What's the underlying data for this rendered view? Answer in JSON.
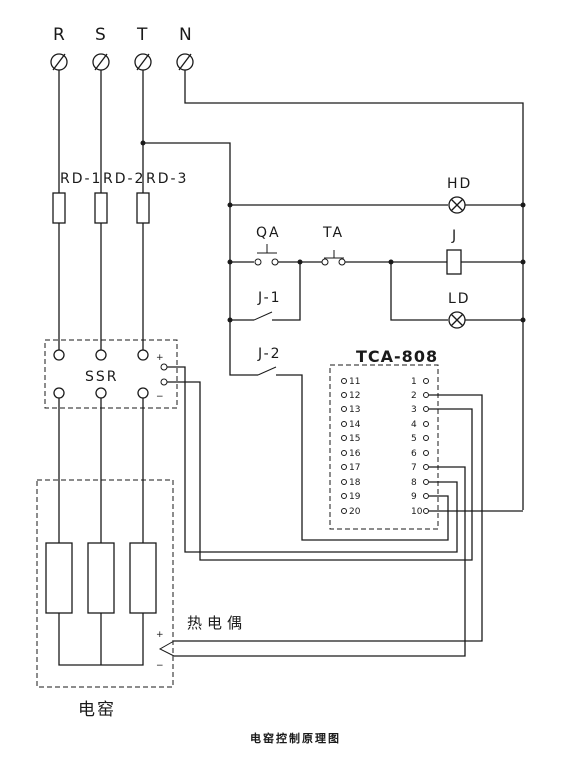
{
  "terminals": {
    "r": "R",
    "s": "S",
    "t": "T",
    "n": "N"
  },
  "fuses": {
    "rd1": "RD-1",
    "rd2": "RD-2",
    "rd3": "RD-3"
  },
  "lamps": {
    "hd": "HD",
    "ld": "LD"
  },
  "relay": {
    "coil": "J",
    "contact1": "J-1",
    "contact2": "J-2"
  },
  "buttons": {
    "qa": "QA",
    "ta": "TA"
  },
  "ssr": {
    "label": "SSR",
    "plus": "+",
    "minus": "−"
  },
  "controller": {
    "model": "TCA-808",
    "left_pins": [
      "11",
      "12",
      "13",
      "14",
      "15",
      "16",
      "17",
      "18",
      "19",
      "20"
    ],
    "right_pins": [
      "1",
      "2",
      "3",
      "4",
      "5",
      "6",
      "7",
      "8",
      "9",
      "10"
    ]
  },
  "thermocouple": {
    "label": "热电偶",
    "plus": "+",
    "minus": "−"
  },
  "furnace": {
    "label": "电窑"
  },
  "caption": "电窑控制原理图"
}
